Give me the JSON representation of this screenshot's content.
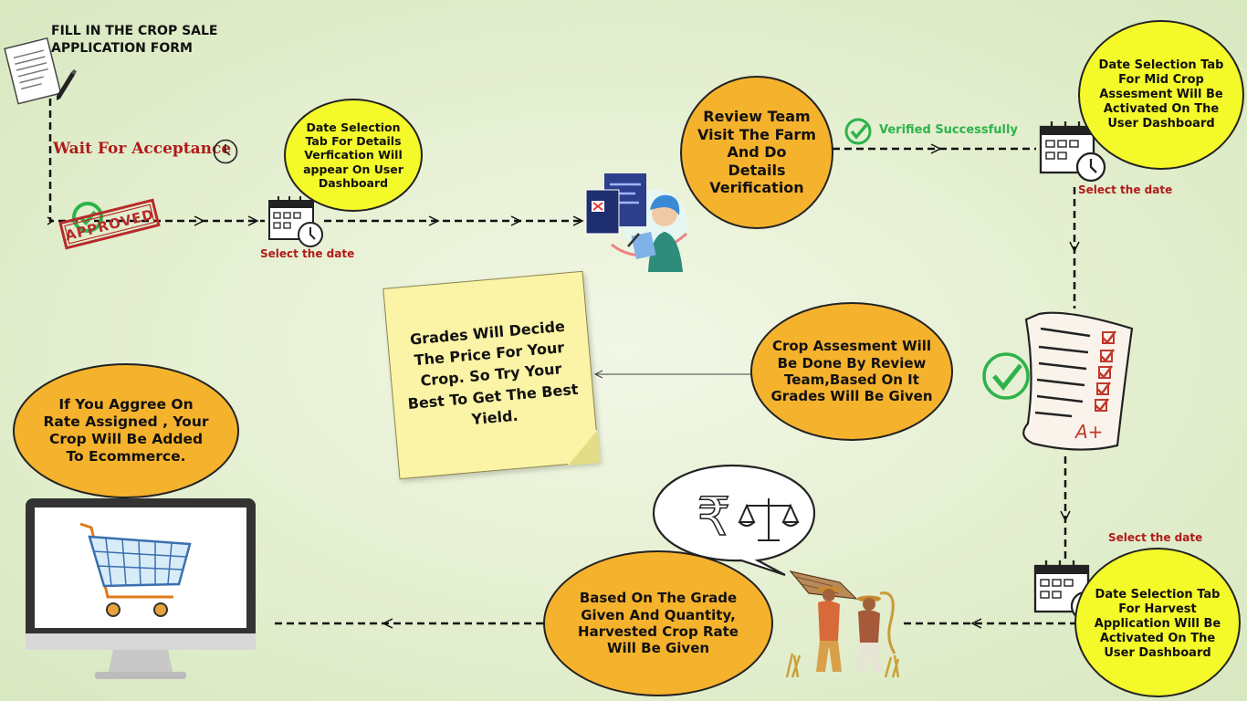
{
  "steps": {
    "fill_form": "FILL IN THE CROP SALE APPLICATION FORM",
    "wait": "Wait For Acceptance",
    "approved_stamp": "APPROVED",
    "select_date_1": "Select the date",
    "date_details": "Date Selection Tab For  Details Verfication Will appear On User Dashboard",
    "review_visit": "Review Team Visit The Farm And Do Details Verification",
    "verified": "Verified Successfully",
    "date_mid": "Date Selection Tab For Mid Crop Assesment Will Be Activated On The User Dashboard",
    "select_date_2": "Select the date",
    "crop_assessment": "Crop Assesment Will Be Done By Review Team,Based On It Grades Will Be Given",
    "grades_note": "Grades Will Decide The Price For Your Crop. So Try Your Best To Get The Best Yield.",
    "select_date_3": "Select the date",
    "date_harvest": "Date Selection Tab For Harvest Application Will Be Activated On The User Dashboard",
    "rate_given": "Based On The Grade Given And Quantity, Harvested Crop Rate Will Be Given",
    "ecommerce": "If You Aggree On Rate Assigned , Your Crop Will Be Added To Ecommerce.",
    "grade_mark": "A+",
    "rupee_symbol": "₹"
  },
  "colors": {
    "yellow": "#f4f92a",
    "orange": "#f5b22d",
    "red_text": "#b11a1a",
    "green_check": "#2db34a"
  },
  "icons": [
    "document-pen-icon",
    "clock-icon",
    "approved-stamp-icon",
    "calendar-clock-icon",
    "reviewer-person-icon",
    "checkmark-circle-icon",
    "checklist-grade-icon",
    "sticky-note-icon",
    "speech-bubble-icon",
    "rupee-icon",
    "balance-scale-icon",
    "farmers-icon",
    "monitor-cart-icon"
  ]
}
